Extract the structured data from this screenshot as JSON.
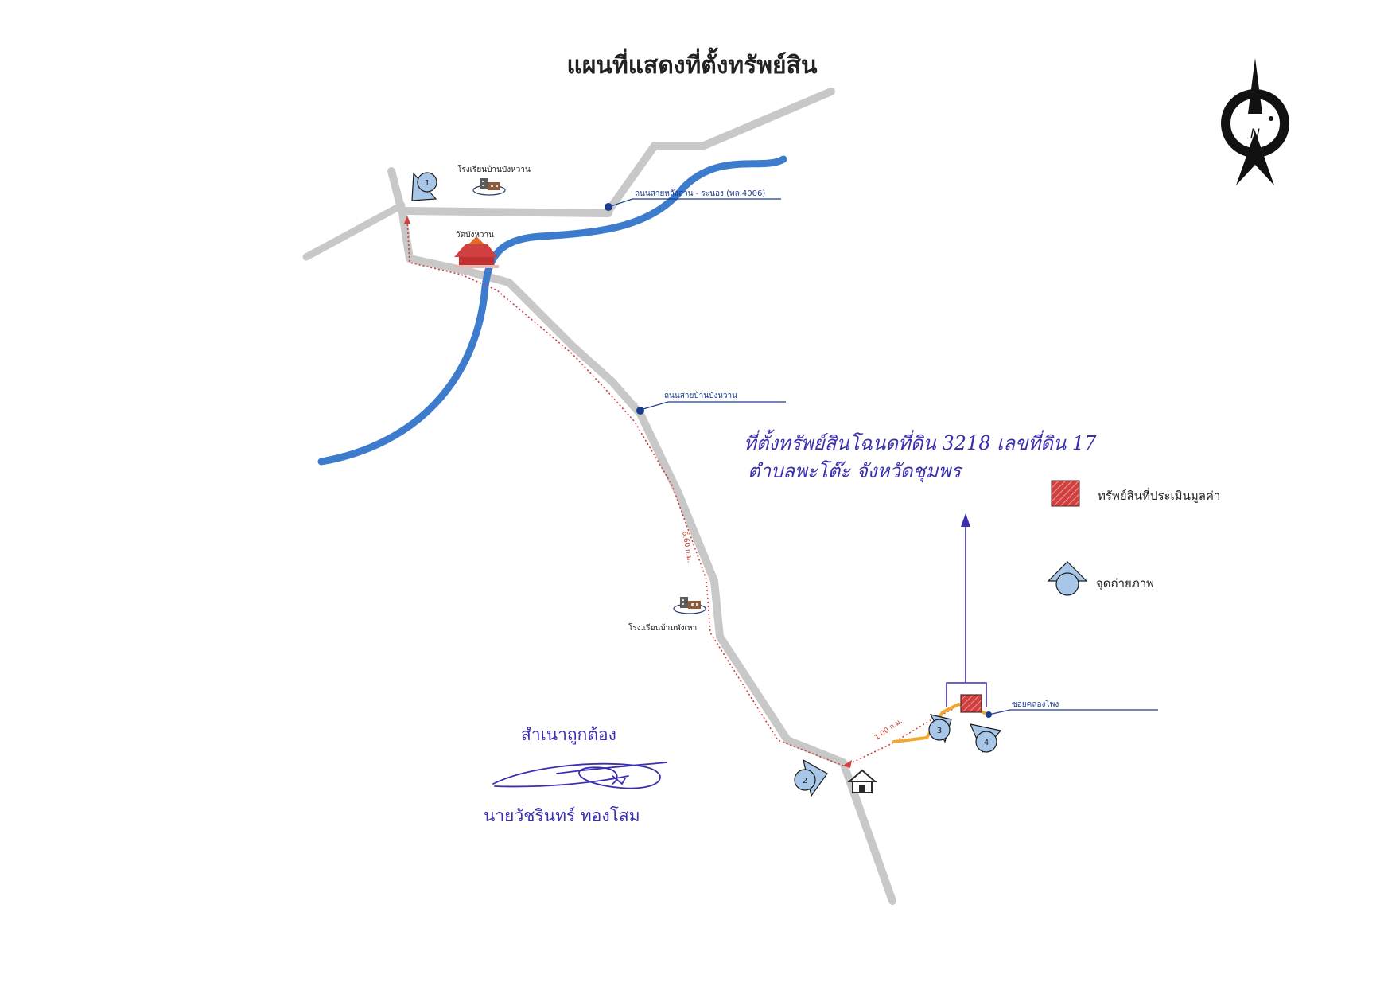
{
  "title": "แผนที่แสดงที่ตั้งทรัพย์สิน",
  "colors": {
    "road": "#c8c8c8",
    "river": "#3d7ccc",
    "route": "#d63c3c",
    "access": "#f0a830",
    "handwriting": "#3a2fb0",
    "leader": "#1a3c8c",
    "property": "#d04040",
    "camera": "#a8c6e8"
  },
  "labels": {
    "school_top": "โรงเรียนบ้านบังหวาน",
    "temple": "วัดบังหวาน",
    "road_main": "ถนนสายหลังสวน - ระนอง (ทล.4006)",
    "road_village": "ถนนสายบ้านบังหวาน",
    "school_bottom": "โรง.เรียนบ้านพังเหา",
    "soi": "ซอยคลองโพง",
    "dist_main": "6.60 ก.ม.",
    "dist_soi": "1.00 ก.ม."
  },
  "handwritten_note": {
    "line1": "ที่ตั้งทรัพย์สินโฉนดที่ดิน 3218 เลขที่ดิน 17",
    "line2": "ตำบลพะโต๊ะ จังหวัดชุมพร"
  },
  "legend": {
    "property": "ทรัพย์สินที่ประเมินมูลค่า",
    "photo_point": "จุดถ่ายภาพ"
  },
  "photo_points": [
    "1",
    "2",
    "3",
    "4"
  ],
  "compass": {
    "label": "N",
    "icon": "north-arrow-icon"
  },
  "signature": {
    "certified": "สำเนาถูกต้อง",
    "name": "นายวัชรินทร์ ทองโสม"
  }
}
